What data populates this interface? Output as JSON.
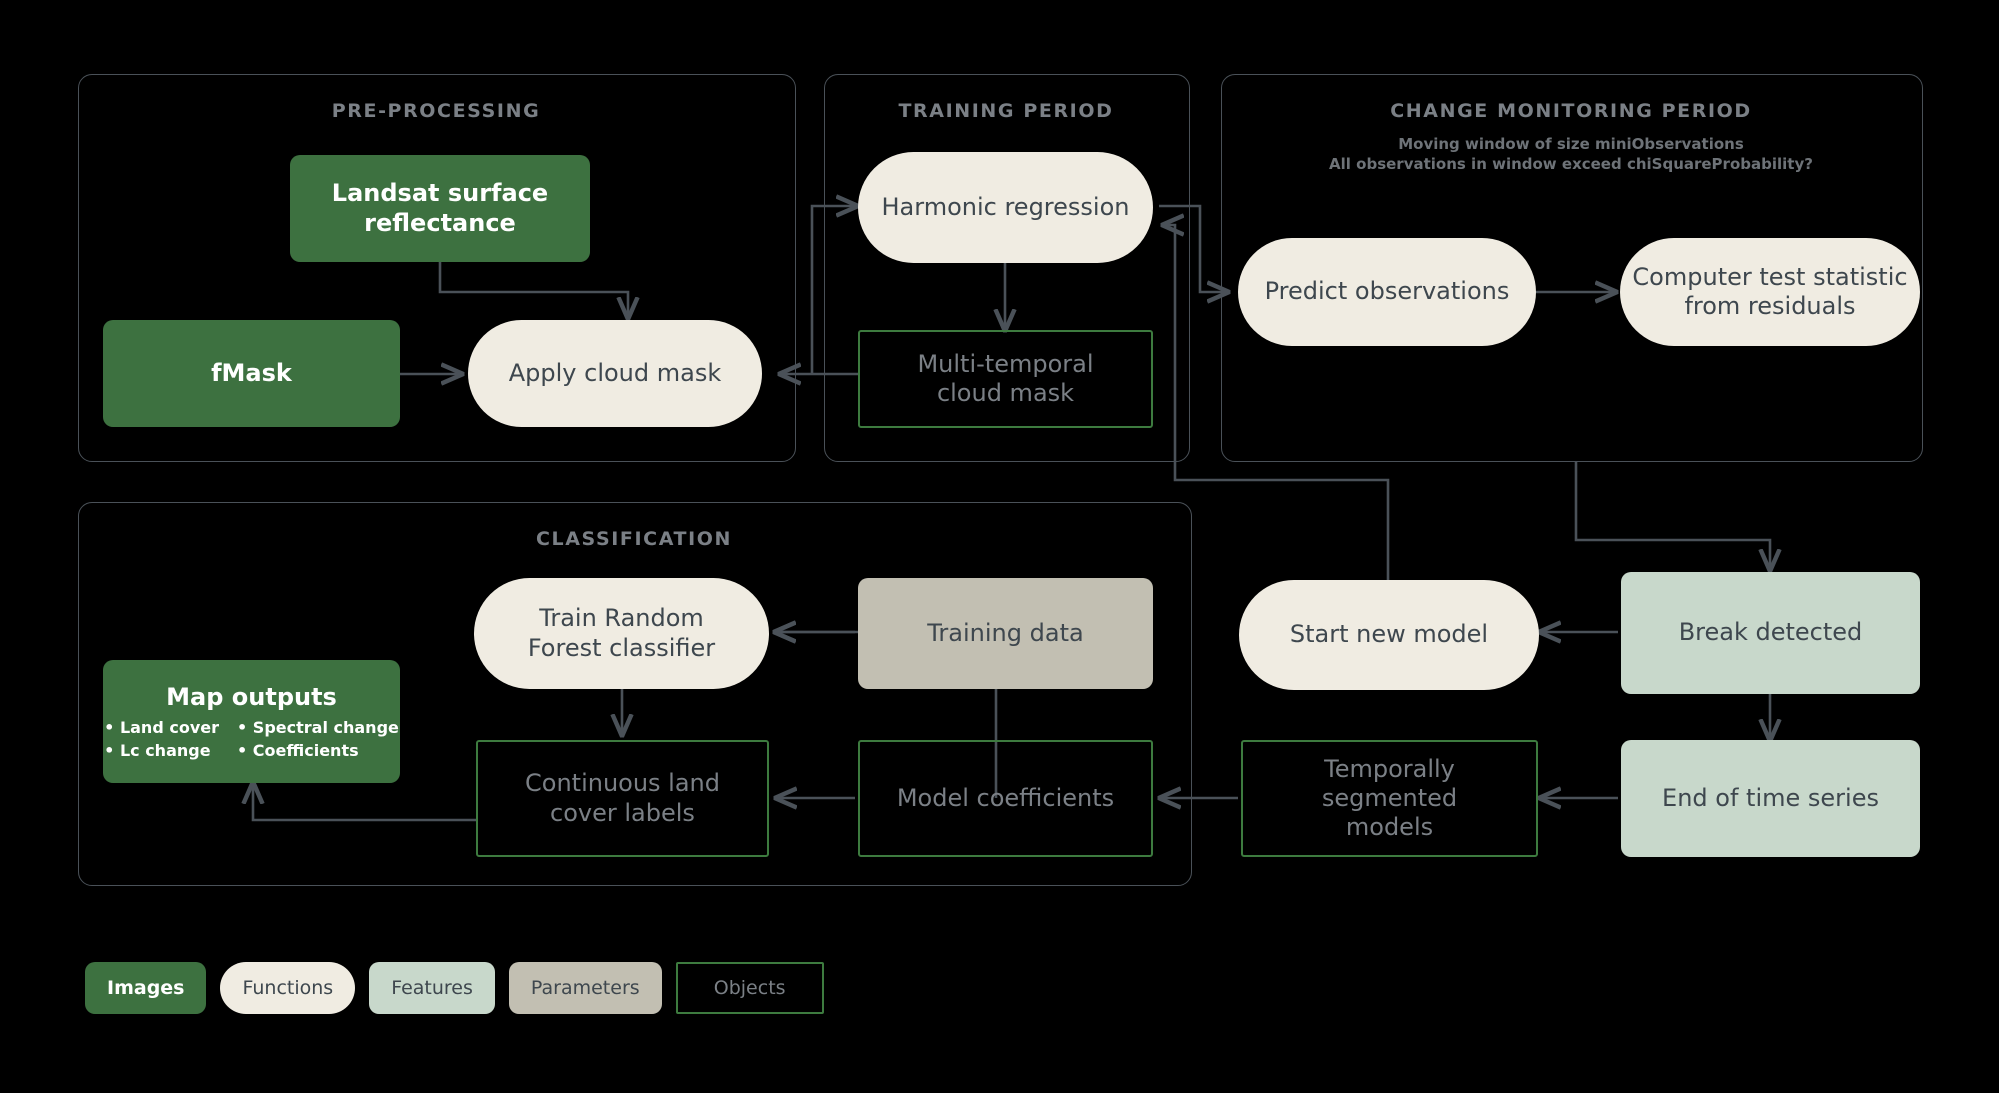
{
  "panels": [
    {
      "id": "pre",
      "title": "PRE-PROCESSING",
      "subtitle": ""
    },
    {
      "id": "train",
      "title": "TRAINING PERIOD",
      "subtitle": ""
    },
    {
      "id": "chg",
      "title": "CHANGE MONITORING PERIOD",
      "subtitle": "Moving window of size miniObservations\nAll observations in window exceed chiSquareProbability?"
    },
    {
      "id": "clf",
      "title": "CLASSIFICATION",
      "subtitle": ""
    }
  ],
  "nodes": {
    "landsat": {
      "label": "Landsat surface\nreflectance",
      "kind": "image"
    },
    "fmask": {
      "label": "fMask",
      "kind": "image"
    },
    "apply_mask": {
      "label": "Apply cloud mask",
      "kind": "function"
    },
    "harmonic": {
      "label": "Harmonic regression",
      "kind": "function"
    },
    "mt_cloud": {
      "label": "Multi-temporal\ncloud mask",
      "kind": "object"
    },
    "predict": {
      "label": "Predict observations",
      "kind": "function"
    },
    "test_stat": {
      "label": "Computer test statistic\nfrom residuals",
      "kind": "function"
    },
    "start_model": {
      "label": "Start new model",
      "kind": "function"
    },
    "break": {
      "label": "Break detected",
      "kind": "feature"
    },
    "end_series": {
      "label": "End of time series",
      "kind": "feature"
    },
    "temporal_seg": {
      "label": "Temporally segmented\nmodels",
      "kind": "object"
    },
    "model_coef": {
      "label": "Model coefficients",
      "kind": "object"
    },
    "train_rf": {
      "label": "Train Random\nForest classifier",
      "kind": "function"
    },
    "training_data": {
      "label": "Training data",
      "kind": "parameter"
    },
    "cont_labels": {
      "label": "Continuous land\ncover labels",
      "kind": "object"
    }
  },
  "map_outputs": {
    "title": "Map outputs",
    "left": [
      "• Land cover",
      "• Lc change"
    ],
    "right": [
      "• Spectral change",
      "• Coefficients"
    ]
  },
  "legend": [
    {
      "label": "Images",
      "kind": "image"
    },
    {
      "label": "Functions",
      "kind": "function"
    },
    {
      "label": "Features",
      "kind": "feature"
    },
    {
      "label": "Parameters",
      "kind": "parameter"
    },
    {
      "label": "Objects",
      "kind": "object"
    }
  ],
  "colors": {
    "background": "#000000",
    "image": "#3d7140",
    "function": "#f0ece2",
    "feature": "#c8d8cb",
    "parameter": "#c2bfb2",
    "object_border": "#3d7b3f",
    "connector": "#4a5158",
    "panel_border": "#4a5158",
    "title_text": "#7b8086",
    "dark_text": "#3e474e"
  }
}
